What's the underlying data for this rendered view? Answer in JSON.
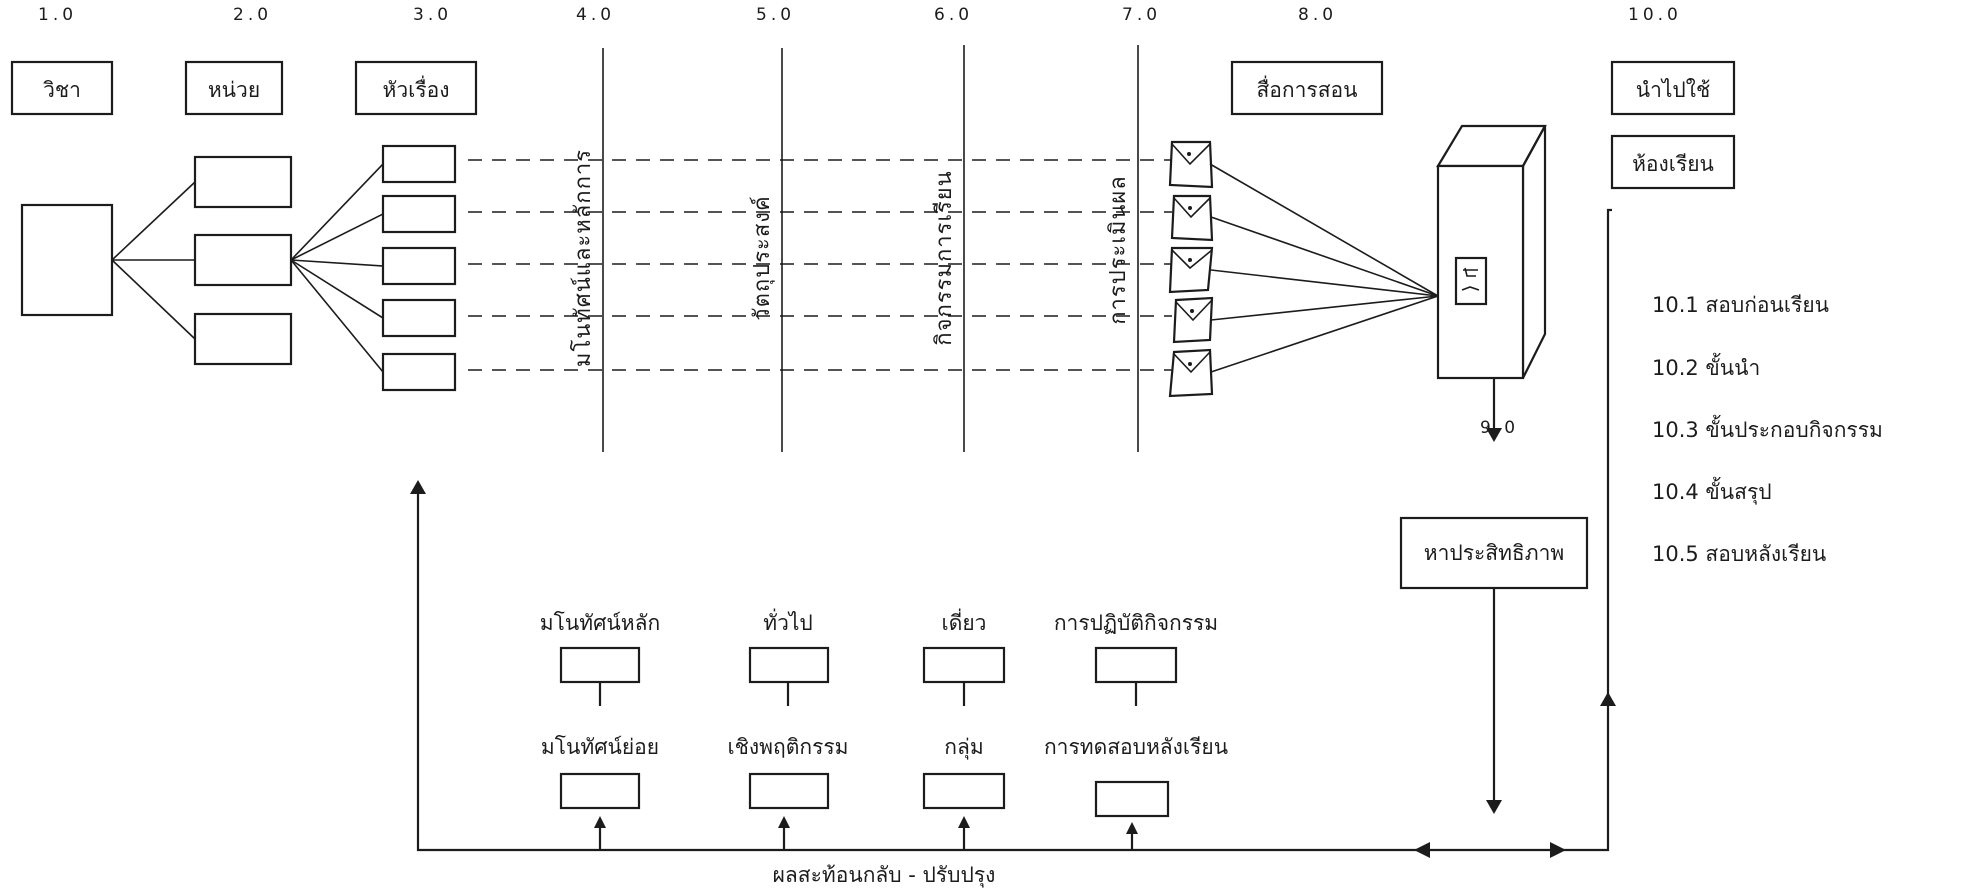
{
  "stages": [
    "1.0",
    "2.0",
    "3.0",
    "4.0",
    "5.0",
    "6.0",
    "7.0",
    "8.0",
    "10.0",
    "9.0"
  ],
  "top_boxes": {
    "subject": "วิชา",
    "unit": "หน่วย",
    "topic": "หัวเรื่อง",
    "media": "สื่อการสอน",
    "apply": "นำไปใช้",
    "classroom": "ห้องเรียน"
  },
  "vertical_labels": {
    "concepts": "มโนทัศน์และหลักการ",
    "objectives": "วัตถุประสงค์",
    "activities": "กิจกรรมการเรียน",
    "evaluation": "การประเมินผล"
  },
  "sub_labels": {
    "main_concept": "มโนทัศน์หลัก",
    "sub_concept": "มโนทัศน์ย่อย",
    "general": "ทั่วไป",
    "behavioral": "เชิงพฤติกรรม",
    "single": "เดี่ยว",
    "group": "กลุ่ม",
    "activity_practice": "การปฏิบัติกิจกรรม",
    "post_test": "การทดสอบหลังเรียน"
  },
  "efficiency": "หาประสิทธิภาพ",
  "feedback": "ผลสะท้อนกลับ - ปรับปรุง",
  "steps": [
    "10.1  สอบก่อนเรียน",
    "10.2  ขั้นนำ",
    "10.3  ขั้นประกอบกิจกรรม",
    "10.4  ขั้นสรุป",
    "10.5  สอบหลังเรียน"
  ]
}
